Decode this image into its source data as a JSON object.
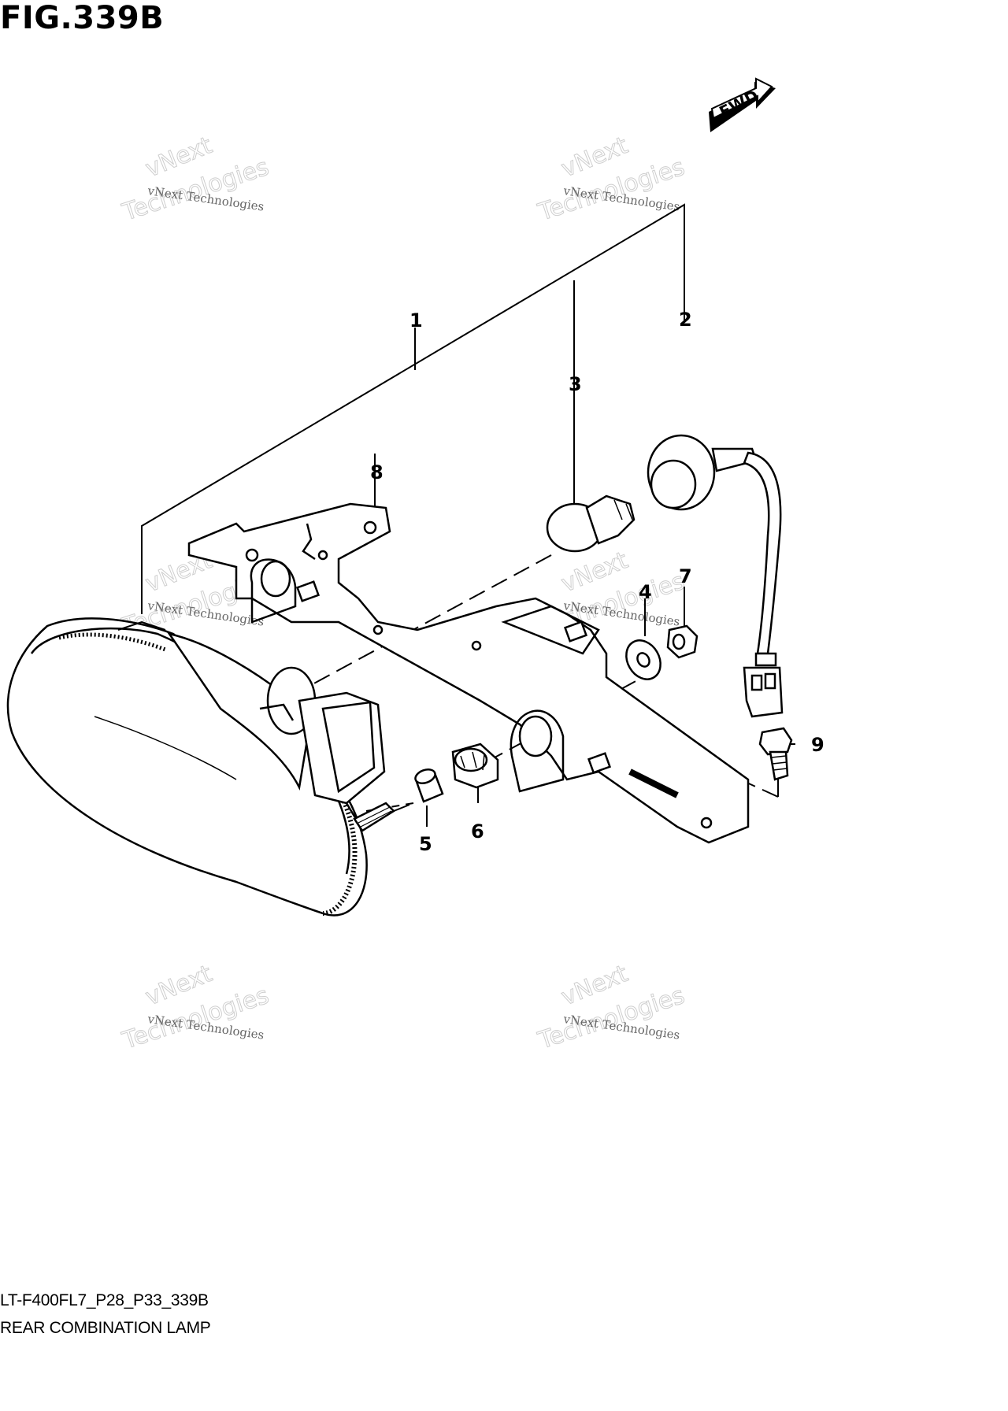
{
  "figure_title": "FIG.339B",
  "fwd_label": "FWD",
  "callouts": [
    "1",
    "2",
    "3",
    "4",
    "5",
    "6",
    "7",
    "8",
    "9"
  ],
  "watermark": {
    "line1": "vNext Technologies",
    "line2": "vNext",
    "line3": "Technologies"
  },
  "footer": {
    "model_code": "LT-F400FL7_P28_P33_339B",
    "part_group": "REAR COMBINATION LAMP"
  }
}
